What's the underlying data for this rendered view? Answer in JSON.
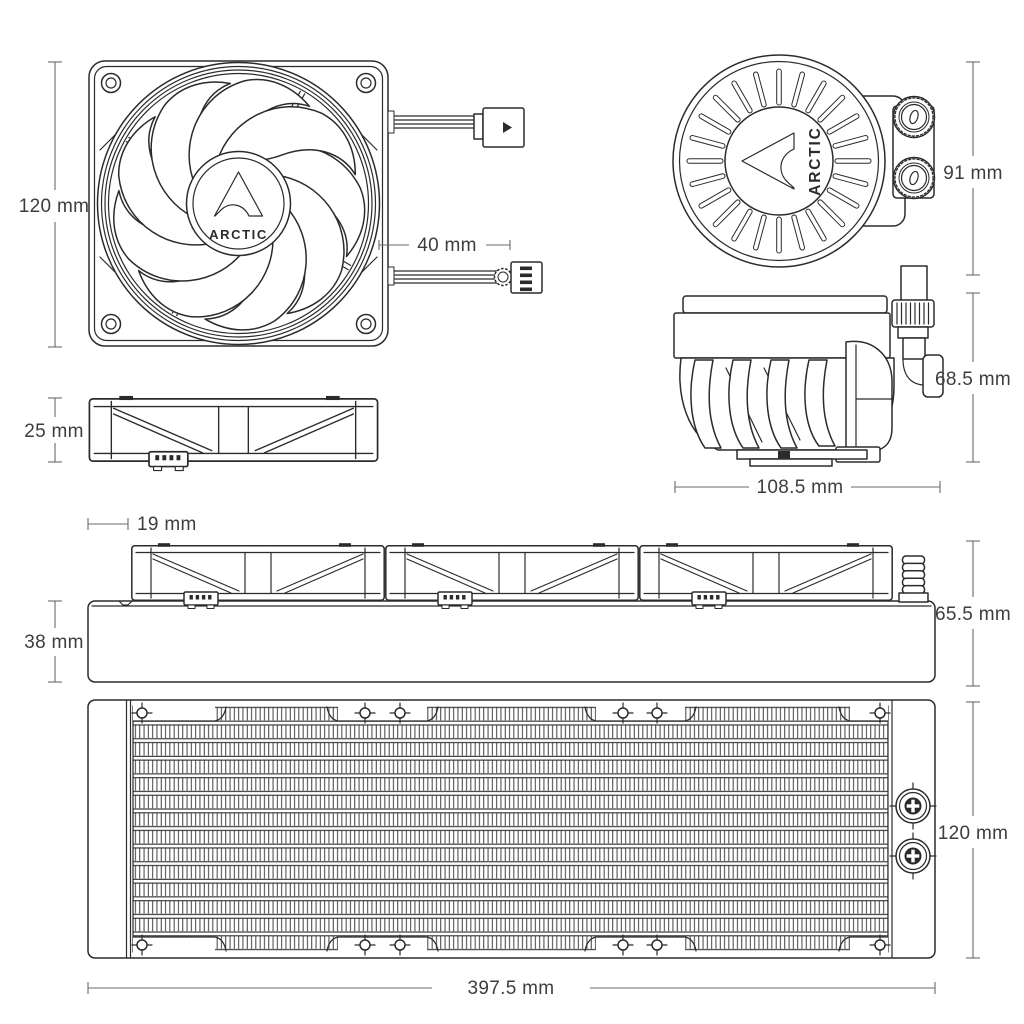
{
  "drawing": {
    "title_hidden": "",
    "brand": {
      "wordmark": "ARCTIC"
    },
    "dimensions": {
      "fan_width": "120 mm",
      "cable_clearance": "40 mm",
      "fan_depth": "25 mm",
      "radiator_end_offset": "19 mm",
      "radiator_core_depth": "38 mm",
      "pump_top_height": "91 mm",
      "pump_body_height": "68.5 mm",
      "pump_width": "108.5 mm",
      "radiator_with_fans_depth": "65.5 mm",
      "radiator_width": "120 mm",
      "radiator_length": "397.5 mm"
    },
    "colors": {
      "line": "#2b2b2b",
      "dimension_line": "#6a6a6a",
      "text": "#3d3d3d",
      "background": "#ffffff"
    }
  }
}
